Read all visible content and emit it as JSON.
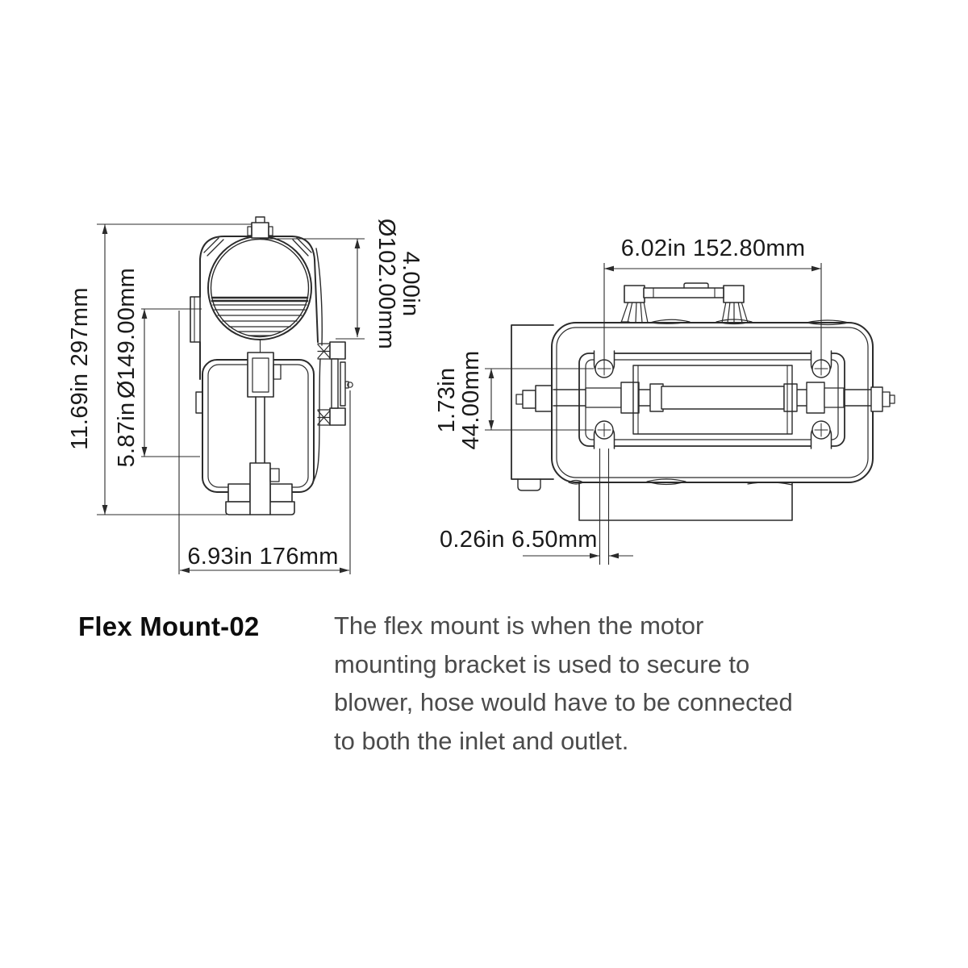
{
  "title": "Flex Mount-02",
  "description_lines": [
    "The flex mount is when the motor",
    "mounting bracket is used to secure to",
    "blower, hose would have to be connected",
    "to both the inlet and outlet."
  ],
  "side_view": {
    "dims": {
      "overall_height": "11.69in 297mm",
      "impeller_diameter_mm": "Ø149.00mm",
      "impeller_diameter_in": "5.87in",
      "inlet_diameter_mm": "Ø102.00mm",
      "inlet_diameter_in": "4.00in",
      "overall_width": "6.93in 176mm"
    }
  },
  "top_view": {
    "dims": {
      "bolt_spacing": "6.02in 152.80mm",
      "bolt_row_spacing_in": "1.73in",
      "bolt_row_spacing_mm": "44.00mm",
      "slot_width": "0.26in 6.50mm"
    }
  },
  "colors": {
    "background": "#ffffff",
    "line": "#2b2b2b",
    "dim_text": "#1a1a1a",
    "title_text": "#0d0d0d",
    "paragraph_text": "#4b4b4b"
  }
}
